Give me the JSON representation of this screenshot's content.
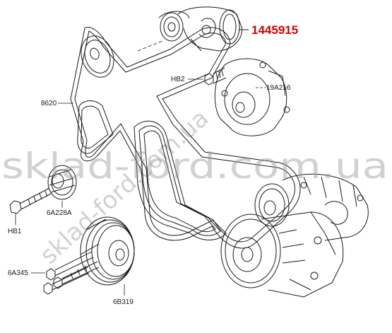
{
  "diagram": {
    "highlight_part_number": "1445915",
    "labels": {
      "belt": "8620",
      "bolt_upper": "HB2",
      "pump": "19A216",
      "idler": "6A228A",
      "bolt_left": "HB1",
      "bolts_lower": "6A345",
      "crank_pulley": "6B319"
    },
    "colors": {
      "line": "#1a1a1a",
      "highlight": "#d40000",
      "watermark": "#9a9a9a"
    }
  },
  "watermark": {
    "main": "sklad-ford.com.ua",
    "diagonal": "sklad-ford.com.ua"
  }
}
